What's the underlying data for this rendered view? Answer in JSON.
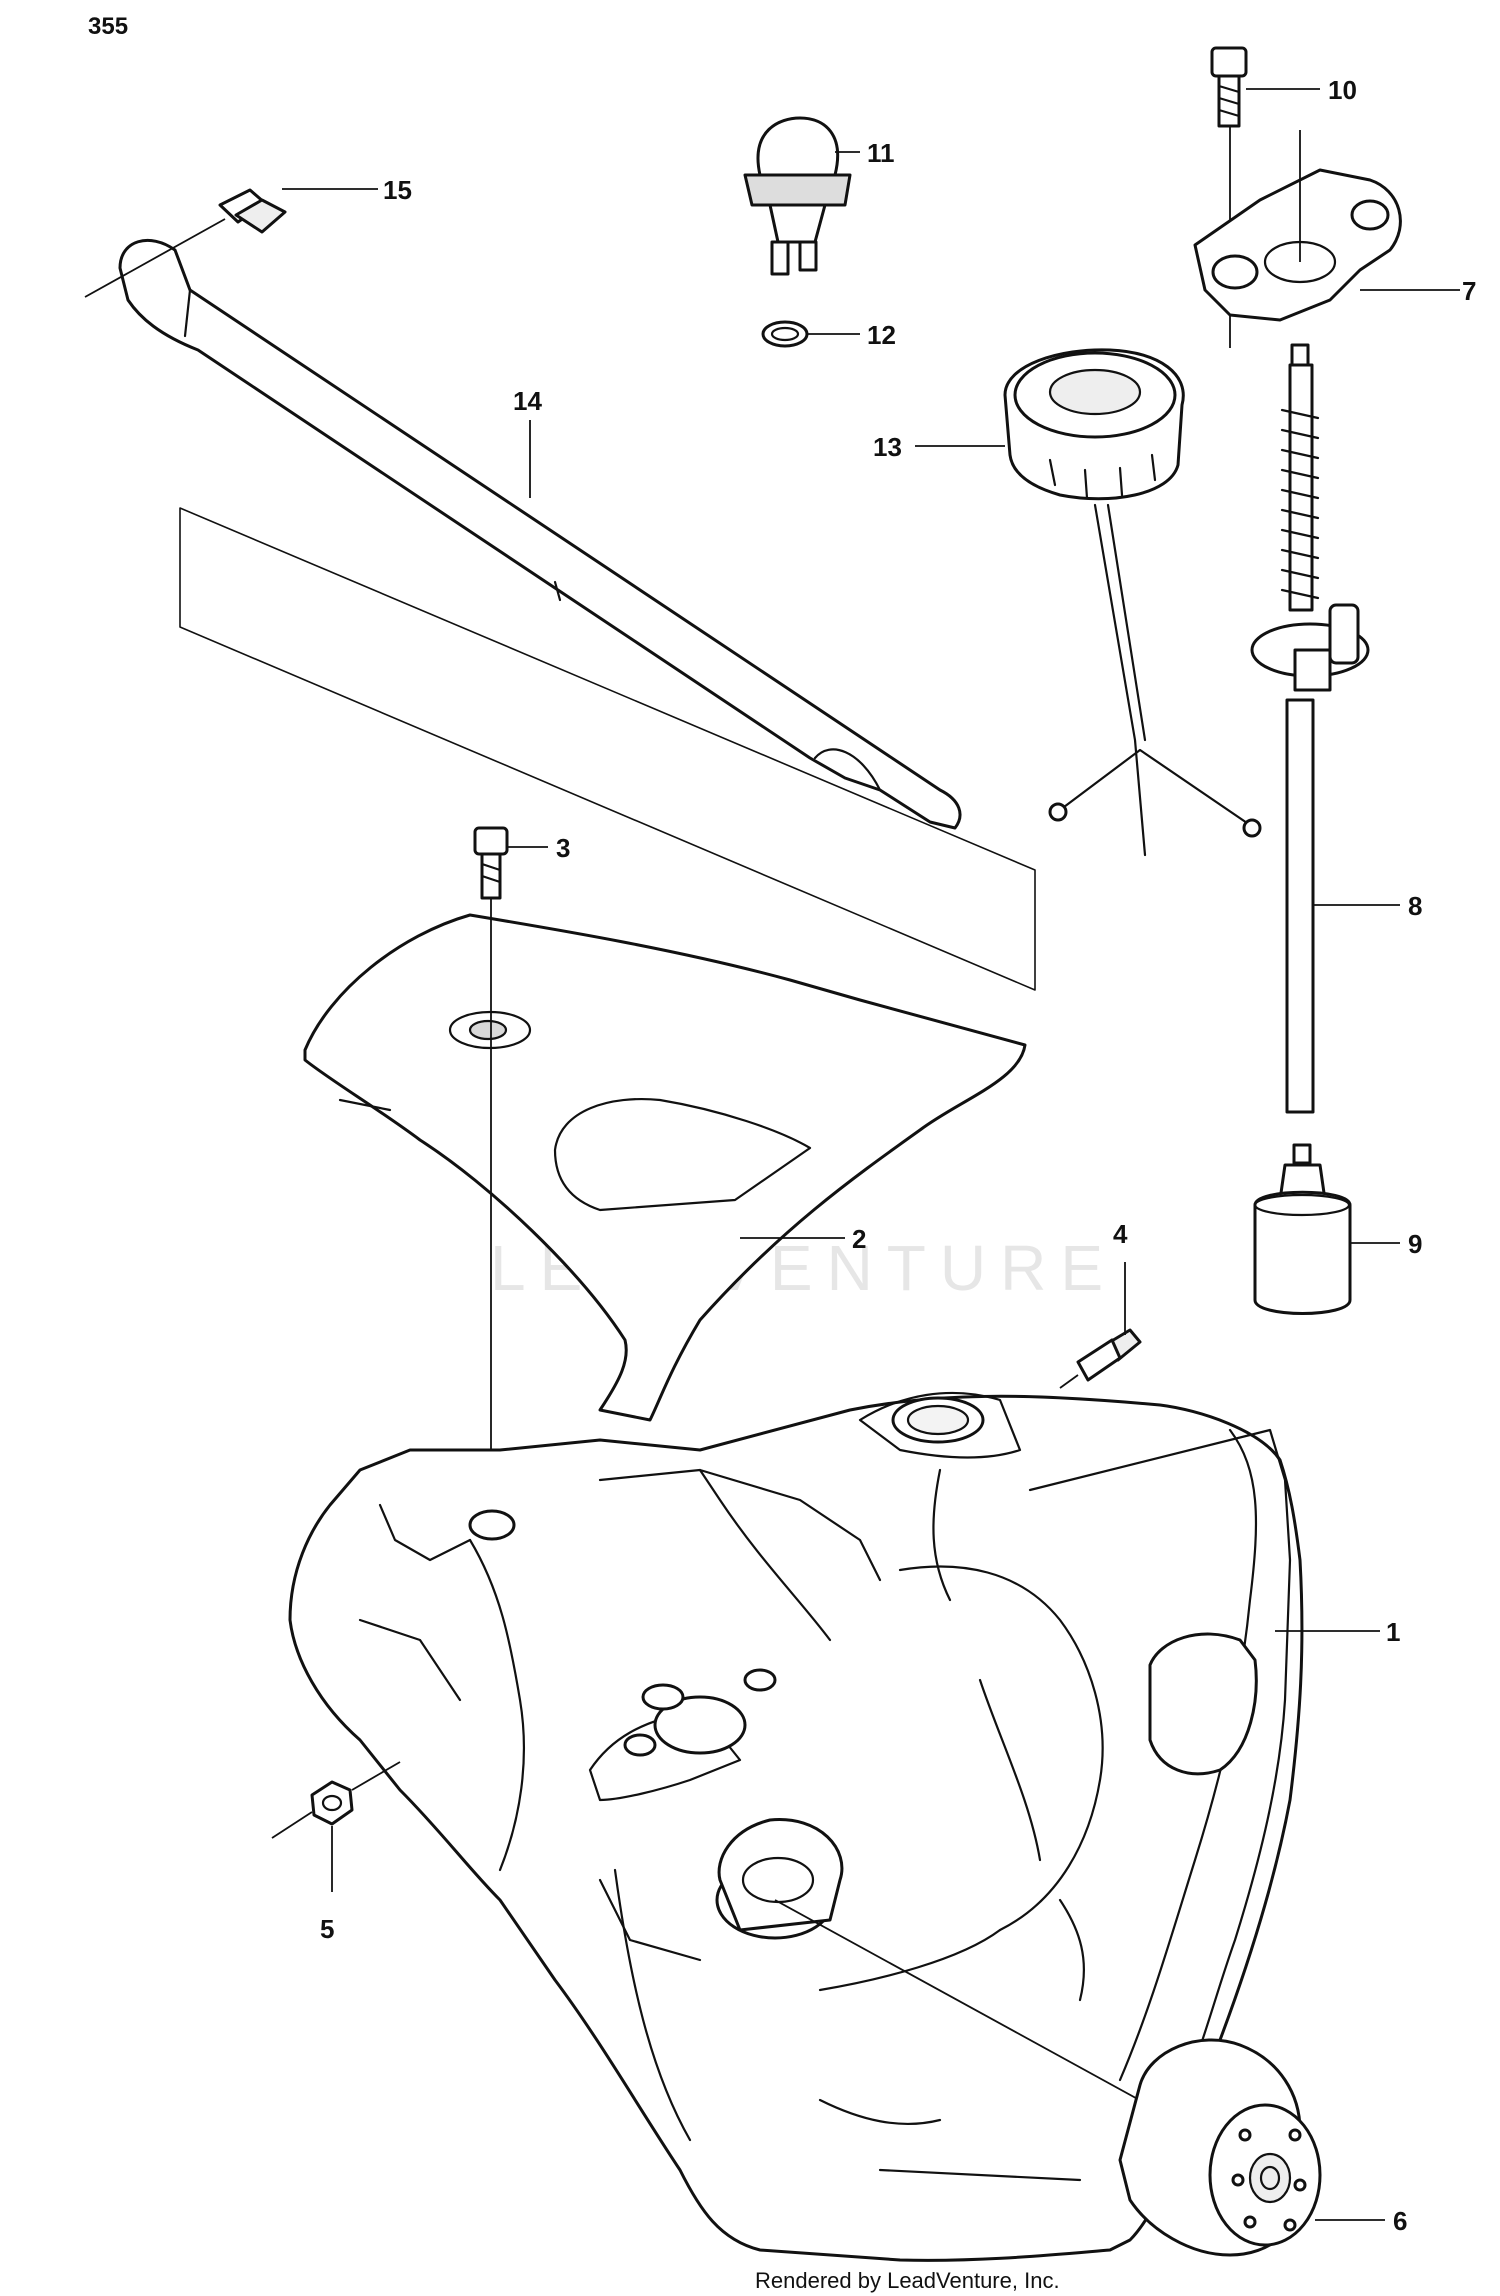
{
  "page_number": "355",
  "watermark": "LEADVENTURE",
  "credit": "Rendered by LeadVenture, Inc.",
  "callouts": [
    {
      "label": "1"
    },
    {
      "label": "2"
    },
    {
      "label": "3"
    },
    {
      "label": "4"
    },
    {
      "label": "5"
    },
    {
      "label": "6"
    },
    {
      "label": "7"
    },
    {
      "label": "8"
    },
    {
      "label": "9"
    },
    {
      "label": "10"
    },
    {
      "label": "11"
    },
    {
      "label": "12"
    },
    {
      "label": "13"
    },
    {
      "label": "14"
    },
    {
      "label": "15"
    }
  ]
}
